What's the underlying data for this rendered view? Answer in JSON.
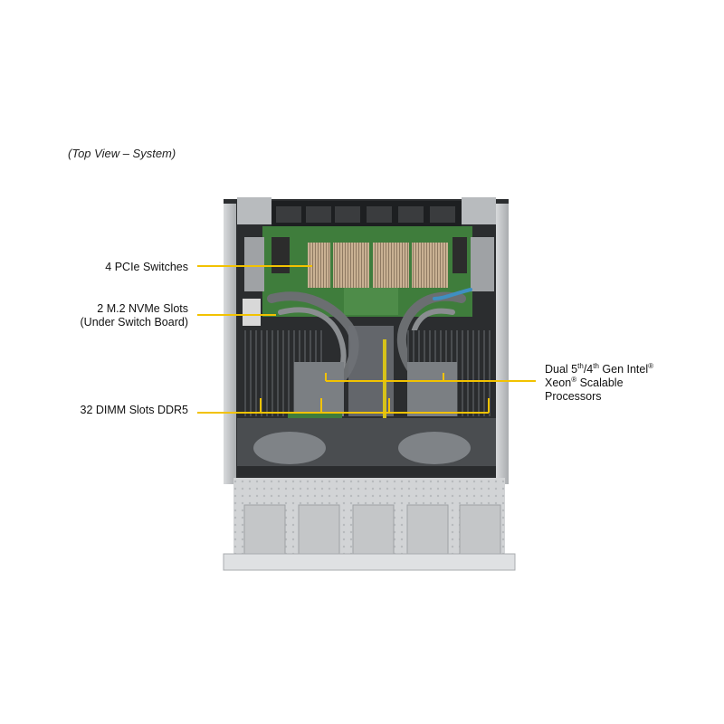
{
  "caption": "(Top View – System)",
  "labels": {
    "pcie_switches": "4 PCIe Switches",
    "m2_line1": "2 M.2 NVMe Slots",
    "m2_line2": "(Under Switch Board)",
    "dimm": "32 DIMM Slots DDR5",
    "cpu_dual": "Dual 5",
    "cpu_sup1": "th",
    "cpu_slash": "/4",
    "cpu_sup2": "th",
    "cpu_gen": " Gen Intel",
    "cpu_reg1": "®",
    "cpu_xeon": "Xeon",
    "cpu_reg2": "®",
    "cpu_scalable": " Scalable",
    "cpu_processors": "Processors"
  },
  "colors": {
    "callout": "#f2c200",
    "pcb": "#3d7a3a",
    "chassis": "#c9cbcd",
    "dark": "#1c1e20"
  }
}
